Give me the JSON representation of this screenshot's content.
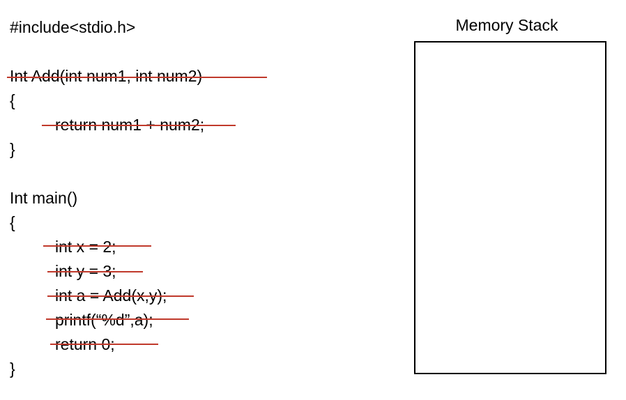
{
  "code": {
    "include": "#include<stdio.h>",
    "add_signature": "Int Add(int num1, int num2)",
    "add_open": "{",
    "add_return": "return num1 + num2;",
    "add_close": "}",
    "main_signature": "Int main()",
    "main_open": "{",
    "main_x": "int x = 2;",
    "main_y": "int y = 3;",
    "main_a": "int a = Add(x,y);",
    "main_printf": "printf(“%d”,a);",
    "main_return": "return 0;",
    "main_close": "}"
  },
  "stack": {
    "title": "Memory Stack"
  },
  "colors": {
    "strike": "#c0392b",
    "text": "#000000",
    "box_border": "#000000"
  }
}
